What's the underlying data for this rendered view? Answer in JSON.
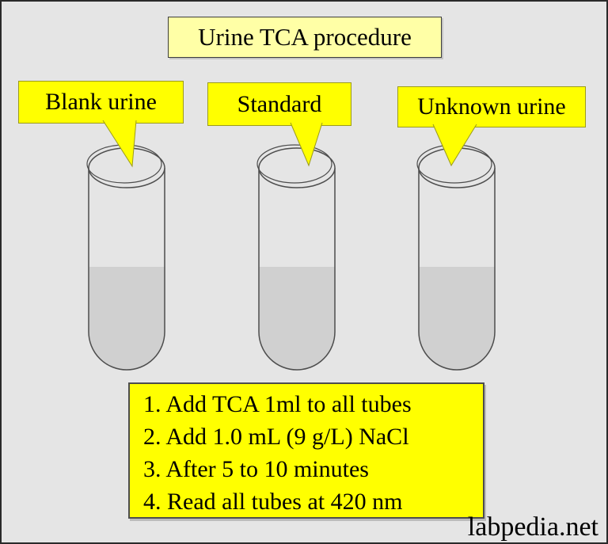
{
  "page": {
    "background_color": "#e5e5e5",
    "frame_color": "#2a2a2a"
  },
  "title_box": {
    "label": "Urine TCA procedure",
    "bg_color": "#ffffa6"
  },
  "callouts": [
    {
      "label": "Blank urine"
    },
    {
      "label": "Standard"
    },
    {
      "label": "Unknown urine"
    }
  ],
  "tubes": {
    "count": 3,
    "outline_color": "#4d4d4d",
    "liquid_color": "#d0d0d0",
    "callout_bg_color": "#ffff00"
  },
  "steps_box": {
    "bg_color": "#ffff00",
    "lines": [
      "1. Add TCA 1ml to all tubes",
      "2. Add 1.0 mL (9 g/L) NaCl",
      "3. After 5 to 10 minutes",
      "4. Read all tubes at 420 nm"
    ]
  },
  "watermark": {
    "text": "labpedia.net",
    "color": "#000000"
  }
}
